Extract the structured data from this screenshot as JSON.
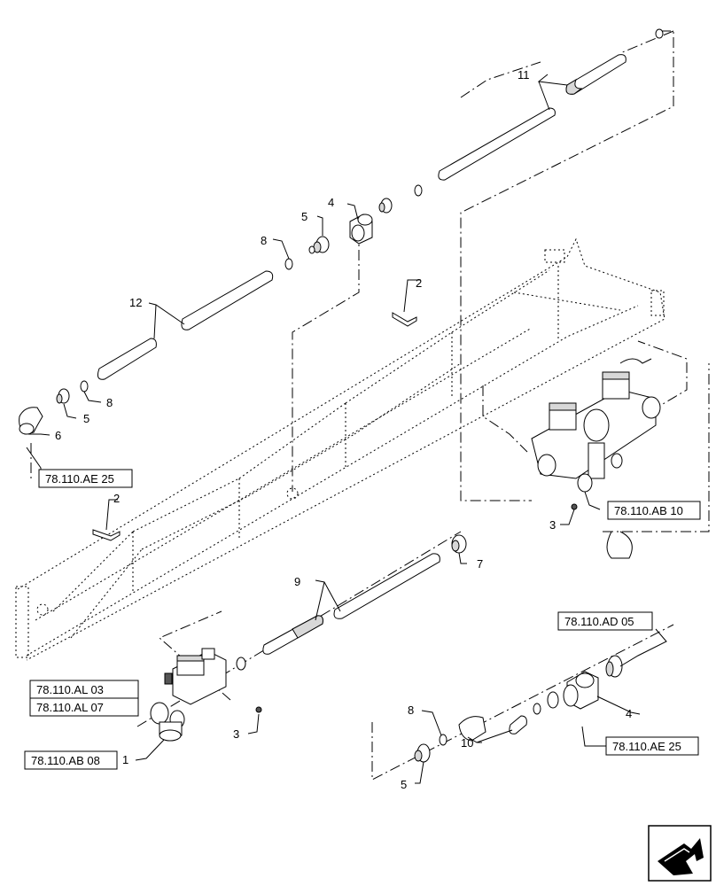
{
  "callouts": {
    "c1": "1",
    "c2a": "2",
    "c2b": "2",
    "c3a": "3",
    "c3b": "3",
    "c4a": "4",
    "c4b": "4",
    "c5a": "5",
    "c5b": "5",
    "c5c": "5",
    "c6": "6",
    "c7": "7",
    "c8a": "8",
    "c8b": "8",
    "c8c": "8",
    "c9": "9",
    "c10": "10",
    "c11": "11",
    "c12": "12"
  },
  "references": {
    "ae25_left": "78.110.AE 25",
    "ab10": "78.110.AB 10",
    "ad05": "78.110.AD 05",
    "al03": "78.110.AL 03",
    "al07": "78.110.AL 07",
    "ab08": "78.110.AB 08",
    "ae25_right": "78.110.AE 25"
  },
  "icons": {
    "nav": "navigation-arrow-icon"
  }
}
